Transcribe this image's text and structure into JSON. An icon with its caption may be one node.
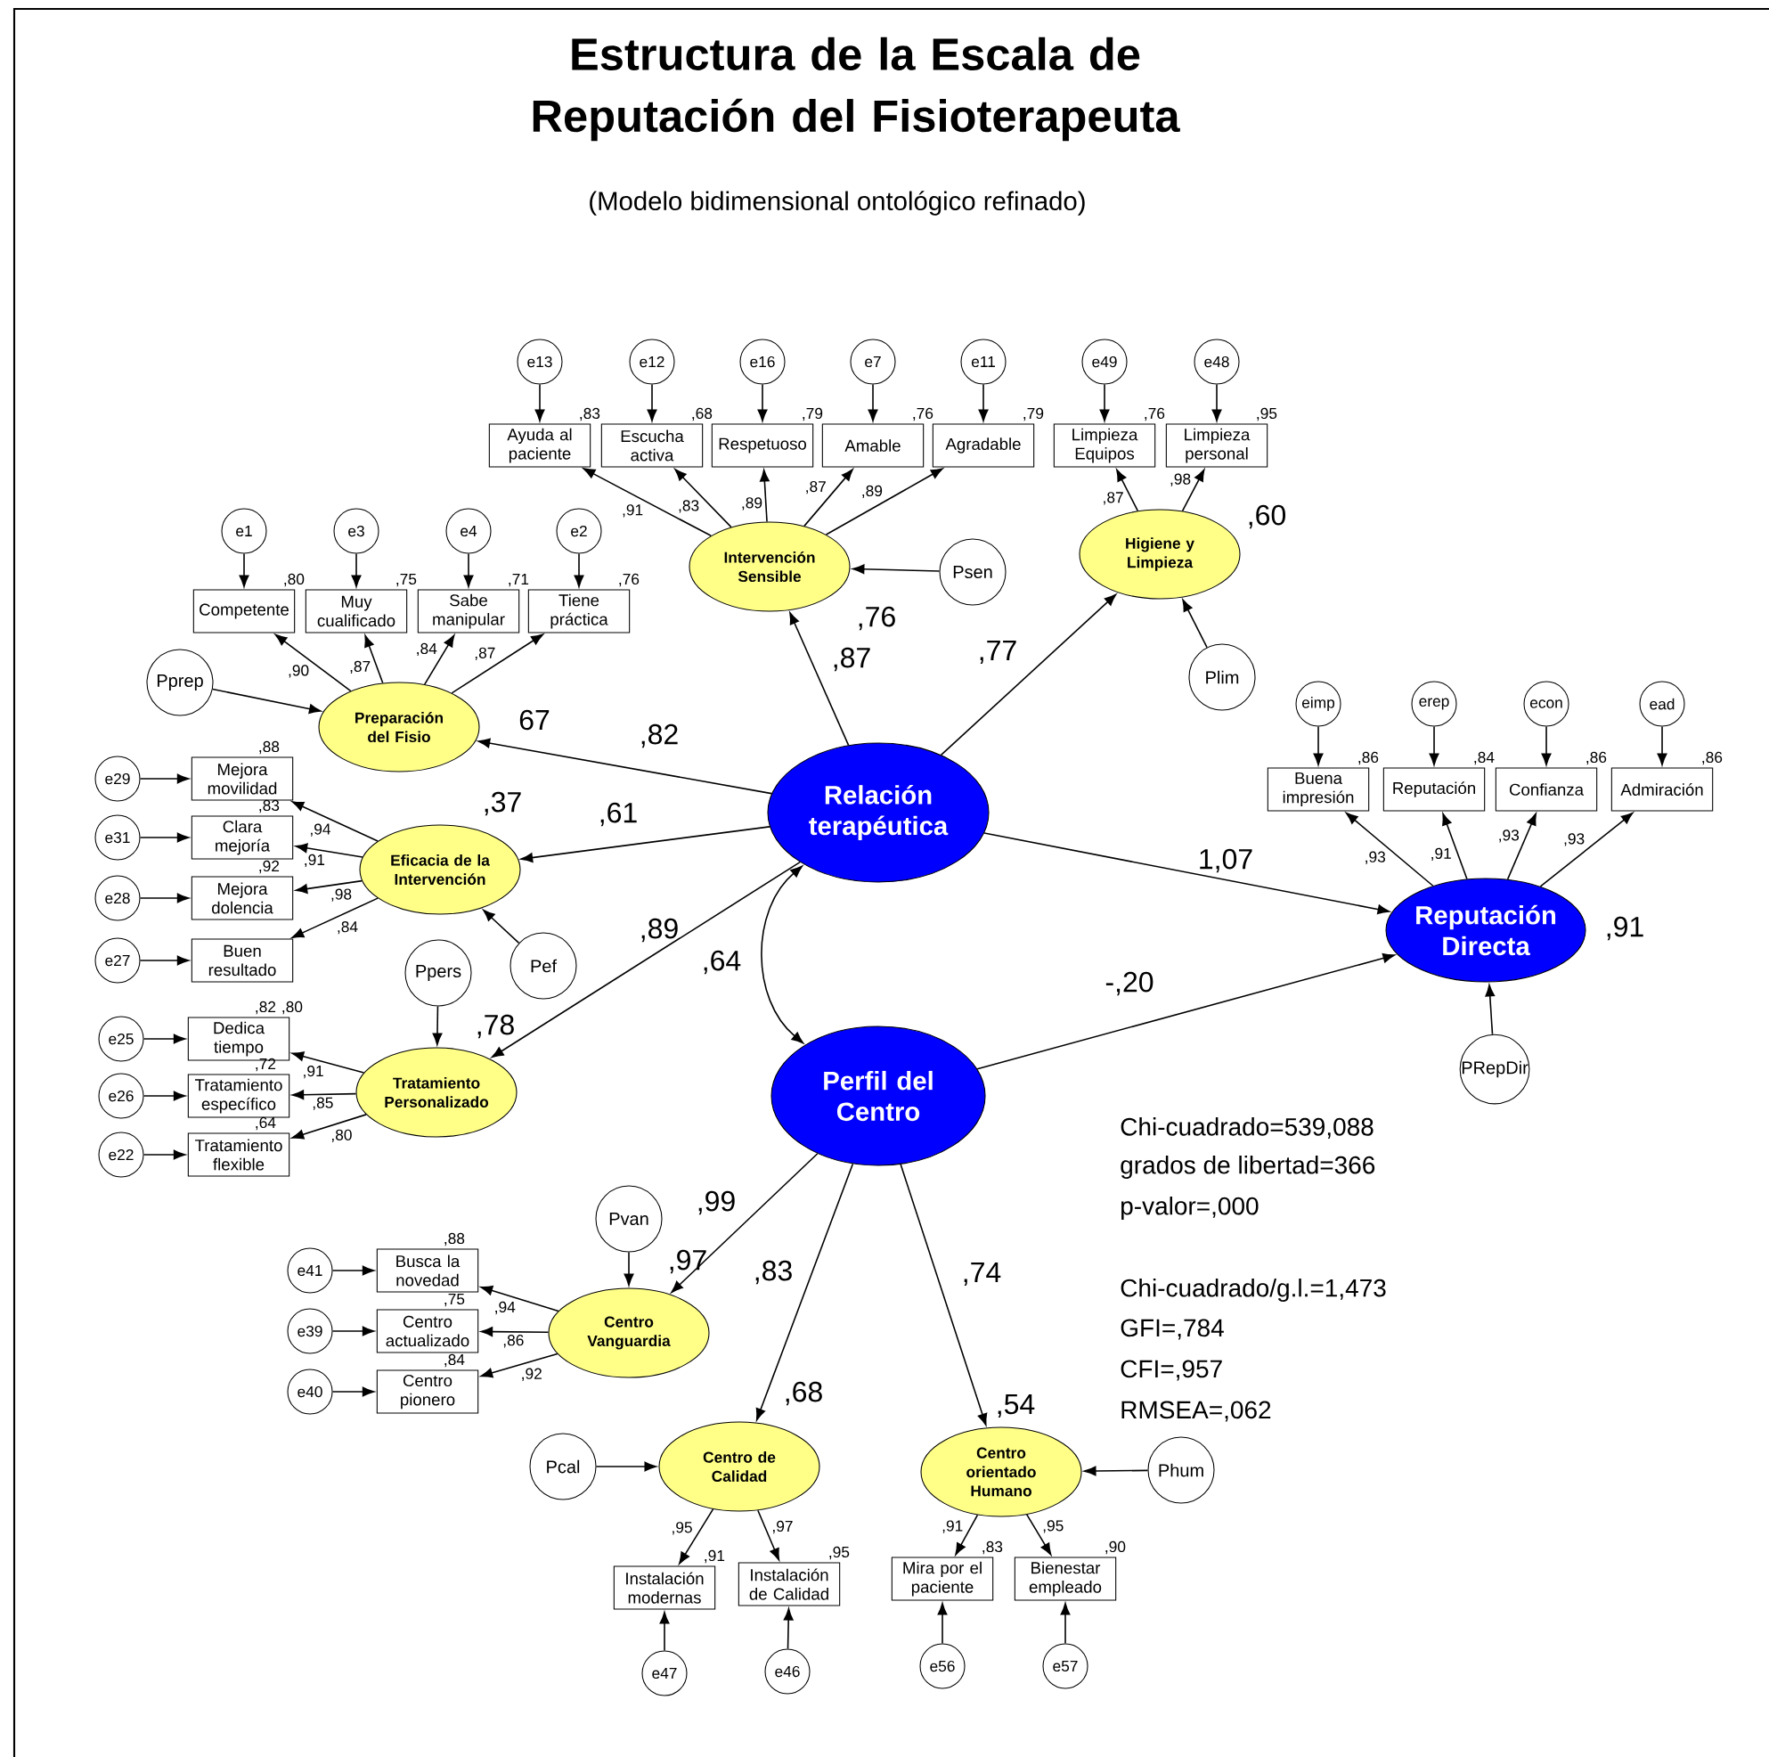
{
  "diagram": {
    "title": "Estructura de la Escala de Reputación del Fisioterapeuta",
    "nodes": [
      {
        "text": [
          "Relación terapéutica"
        ]
      },
      {
        "text": [
          "Perfil del Centro"
        ]
      },
      {
        "text": [
          "Reputación Directa"
        ],
        "beside": [
          ",91"
        ]
      },
      {
        "text": [
          "Intervención Sensible"
        ],
        "beside": [
          ",76"
        ]
      },
      {
        "text": [
          "Higiene y Limpieza"
        ],
        "beside": [
          ",60"
        ]
      },
      {
        "text": [
          "Preparación del Fisio"
        ],
        "beside": [
          "67"
        ]
      },
      {
        "text": [
          "Eficacia de la Intervención"
        ],
        "beside": [
          ",37"
        ]
      },
      {
        "text": [
          "Tratamiento Personalizado"
        ],
        "beside": [
          ",78"
        ]
      },
      {
        "text": [
          "Centro Vanguardia"
        ],
        "beside": [
          ",97"
        ]
      },
      {
        "text": [
          "Centro de Calidad"
        ],
        "beside": [
          ",68"
        ]
      },
      {
        "text": [
          "Centro orientado Humano"
        ],
        "beside": [
          ",54"
        ]
      },
      {
        "text": [
          "Ayuda al paciente"
        ],
        "beside": [
          ",83"
        ]
      },
      {
        "text": [
          "Escucha activa"
        ],
        "beside": [
          ",68"
        ]
      },
      {
        "text": [
          "Respetuoso"
        ],
        "beside": [
          ",79"
        ]
      },
      {
        "text": [
          "Amable"
        ],
        "beside": [
          ",76"
        ]
      },
      {
        "text": [
          "Agradable"
        ],
        "beside": [
          ",79"
        ]
      },
      {
        "text": [
          "Limpieza Equipos"
        ],
        "beside": [
          ",76"
        ]
      },
      {
        "text": [
          "Limpieza personal"
        ],
        "beside": [
          ",95"
        ]
      },
      {
        "text": [
          "Competente"
        ],
        "beside": [
          ",80"
        ]
      },
      {
        "text": [
          "Muy cualificado"
        ],
        "beside": [
          ",75"
        ]
      },
      {
        "text": [
          "Sabe manipular"
        ],
        "beside": [
          ",71"
        ]
      },
      {
        "text": [
          "Tiene práctica"
        ],
        "beside": [
          ",76"
        ]
      },
      {
        "text": [
          "Mejora movilidad"
        ],
        "beside": [
          ",88"
        ]
      },
      {
        "text": [
          "Clara mejoría"
        ],
        "beside": [
          ",83"
        ]
      },
      {
        "text": [
          "Mejora dolencia"
        ],
        "beside": [
          ",92"
        ]
      },
      {
        "text": [
          "Buen resultado"
        ]
      },
      {
        "text": [
          "Dedica tiempo"
        ],
        "beside": [
          ",82",
          ",80"
        ]
      },
      {
        "text": [
          "Tratamiento específico"
        ],
        "beside": [
          ",72"
        ]
      },
      {
        "text": [
          "Tratamiento flexible"
        ],
        "beside": [
          ",64"
        ]
      },
      {
        "text": [
          "Busca la novedad"
        ],
        "beside": [
          ",88"
        ]
      },
      {
        "text": [
          "Centro actualizado"
        ],
        "beside": [
          ",75"
        ]
      },
      {
        "text": [
          "Centro pionero"
        ],
        "beside": [
          ",84"
        ]
      },
      {
        "text": [
          "Instalación modernas"
        ],
        "beside": [
          ",91"
        ]
      },
      {
        "text": [
          "Instalación de Calidad"
        ],
        "beside": [
          ",95"
        ]
      },
      {
        "text": [
          "Mira por el paciente"
        ],
        "beside": [
          ",83"
        ]
      },
      {
        "text": [
          "Bienestar empleado"
        ],
        "beside": [
          ",90"
        ]
      },
      {
        "text": [
          "Buena impresión"
        ],
        "beside": [
          ",86"
        ]
      },
      {
        "text": [
          "Reputación"
        ],
        "beside": [
          ",84"
        ]
      },
      {
        "text": [
          "Confianza"
        ],
        "beside": [
          ",86"
        ]
      },
      {
        "text": [
          "Admiración"
        ],
        "beside": [
          ",86"
        ]
      },
      {
        "text": [
          "e13"
        ]
      },
      {
        "text": [
          "e12"
        ]
      },
      {
        "text": [
          "e16"
        ]
      },
      {
        "text": [
          "e7"
        ]
      },
      {
        "text": [
          "e11"
        ]
      },
      {
        "text": [
          "e49"
        ]
      },
      {
        "text": [
          "e48"
        ]
      },
      {
        "text": [
          "e1"
        ]
      },
      {
        "text": [
          "e3"
        ]
      },
      {
        "text": [
          "e4"
        ]
      },
      {
        "text": [
          "e2"
        ]
      },
      {
        "text": [
          "e29"
        ]
      },
      {
        "text": [
          "e31"
        ]
      },
      {
        "text": [
          "e28"
        ]
      },
      {
        "text": [
          "e27"
        ]
      },
      {
        "text": [
          "e25"
        ]
      },
      {
        "text": [
          "e26"
        ]
      },
      {
        "text": [
          "e22"
        ]
      },
      {
        "text": [
          "e41"
        ]
      },
      {
        "text": [
          "e39"
        ]
      },
      {
        "text": [
          "e40"
        ]
      },
      {
        "text": [
          "e47"
        ]
      },
      {
        "text": [
          "e46"
        ]
      },
      {
        "text": [
          "e56"
        ]
      },
      {
        "text": [
          "e57"
        ]
      },
      {
        "text": [
          "eimp"
        ]
      },
      {
        "text": [
          "erep"
        ]
      },
      {
        "text": [
          "econ"
        ]
      },
      {
        "text": [
          "ead"
        ]
      },
      {
        "text": [
          "Psen"
        ]
      },
      {
        "text": [
          "Plim"
        ]
      },
      {
        "text": [
          "Pprep"
        ]
      },
      {
        "text": [
          "Pef"
        ]
      },
      {
        "text": [
          "Ppers"
        ]
      },
      {
        "text": [
          "Pvan"
        ]
      },
      {
        "text": [
          "Pcal"
        ]
      },
      {
        "text": [
          "Phum"
        ]
      },
      {
        "text": [
          "PRepDir"
        ]
      }
    ],
    "edges": [
      {
        "from": 0,
        "to": 3,
        "arrow": "to",
        "label": ",87"
      },
      {
        "from": 0,
        "to": 4,
        "arrow": "to",
        "label": ",77"
      },
      {
        "from": 0,
        "to": 5,
        "arrow": "to",
        "label": ",82"
      },
      {
        "from": 0,
        "to": 6,
        "arrow": "to",
        "label": ",61"
      },
      {
        "from": 0,
        "to": 7,
        "arrow": "to",
        "label": ",89"
      },
      {
        "from": 0,
        "to": 1,
        "arrow": "both",
        "label": ",64"
      },
      {
        "from": 0,
        "to": 2,
        "arrow": "to",
        "label": "1,07"
      },
      {
        "from": 1,
        "to": 2,
        "arrow": "to",
        "label": "-,20"
      },
      {
        "from": 1,
        "to": 8,
        "arrow": "to",
        "label": ",99"
      },
      {
        "from": 1,
        "to": 9,
        "arrow": "to",
        "label": ",83"
      },
      {
        "from": 1,
        "to": 10,
        "arrow": "to",
        "label": ",74"
      },
      {
        "from": 3,
        "to": 11,
        "arrow": "to",
        "label": ",91"
      },
      {
        "from": 3,
        "to": 12,
        "arrow": "to",
        "label": ",83"
      },
      {
        "from": 3,
        "to": 13,
        "arrow": "to",
        "label": ",89"
      },
      {
        "from": 3,
        "to": 14,
        "arrow": "to",
        "label": ",87"
      },
      {
        "from": 3,
        "to": 15,
        "arrow": "to",
        "label": ",89"
      },
      {
        "from": 4,
        "to": 16,
        "arrow": "to",
        "label": ",87"
      },
      {
        "from": 4,
        "to": 17,
        "arrow": "to",
        "label": ",98"
      },
      {
        "from": 5,
        "to": 18,
        "arrow": "to",
        "label": ",90"
      },
      {
        "from": 5,
        "to": 19,
        "arrow": "to",
        "label": ",87"
      },
      {
        "from": 5,
        "to": 20,
        "arrow": "to",
        "label": ",84"
      },
      {
        "from": 5,
        "to": 21,
        "arrow": "to",
        "label": ",87"
      },
      {
        "from": 6,
        "to": 22,
        "arrow": "to",
        "label": ",94"
      },
      {
        "from": 6,
        "to": 23,
        "arrow": "to",
        "label": ",91"
      },
      {
        "from": 6,
        "to": 24,
        "arrow": "to",
        "label": ",98"
      },
      {
        "from": 6,
        "to": 25,
        "arrow": "to",
        "label": ",84"
      },
      {
        "from": 7,
        "to": 26,
        "arrow": "to",
        "label": ",91"
      },
      {
        "from": 7,
        "to": 27,
        "arrow": "to",
        "label": ",85"
      },
      {
        "from": 7,
        "to": 28,
        "arrow": "to",
        "label": ",80"
      },
      {
        "from": 8,
        "to": 29,
        "arrow": "to",
        "label": ",94"
      },
      {
        "from": 8,
        "to": 30,
        "arrow": "to",
        "label": ",86"
      },
      {
        "from": 8,
        "to": 31,
        "arrow": "to",
        "label": ",92"
      },
      {
        "from": 9,
        "to": 32,
        "arrow": "to",
        "label": ",95"
      },
      {
        "from": 9,
        "to": 33,
        "arrow": "to",
        "label": ",97"
      },
      {
        "from": 10,
        "to": 34,
        "arrow": "to",
        "label": ",91"
      },
      {
        "from": 10,
        "to": 35,
        "arrow": "to",
        "label": ",95"
      },
      {
        "from": 2,
        "to": 36,
        "arrow": "to",
        "label": ",93"
      },
      {
        "from": 2,
        "to": 37,
        "arrow": "to",
        "label": ",91"
      },
      {
        "from": 2,
        "to": 38,
        "arrow": "to",
        "label": ",93"
      },
      {
        "from": 2,
        "to": 39,
        "arrow": "to",
        "label": ",93"
      },
      {
        "from": 40,
        "to": 11,
        "arrow": "to"
      },
      {
        "from": 41,
        "to": 12,
        "arrow": "to"
      },
      {
        "from": 42,
        "to": 13,
        "arrow": "to"
      },
      {
        "from": 43,
        "to": 14,
        "arrow": "to"
      },
      {
        "from": 44,
        "to": 15,
        "arrow": "to"
      },
      {
        "from": 45,
        "to": 16,
        "arrow": "to"
      },
      {
        "from": 46,
        "to": 17,
        "arrow": "to"
      },
      {
        "from": 47,
        "to": 18,
        "arrow": "to"
      },
      {
        "from": 48,
        "to": 19,
        "arrow": "to"
      },
      {
        "from": 49,
        "to": 20,
        "arrow": "to"
      },
      {
        "from": 50,
        "to": 21,
        "arrow": "to"
      },
      {
        "from": 51,
        "to": 22,
        "arrow": "to"
      },
      {
        "from": 52,
        "to": 23,
        "arrow": "to"
      },
      {
        "from": 53,
        "to": 24,
        "arrow": "to"
      },
      {
        "from": 54,
        "to": 25,
        "arrow": "to"
      },
      {
        "from": 55,
        "to": 26,
        "arrow": "to"
      },
      {
        "from": 56,
        "to": 27,
        "arrow": "to"
      },
      {
        "from": 57,
        "to": 28,
        "arrow": "to"
      },
      {
        "from": 58,
        "to": 29,
        "arrow": "to"
      },
      {
        "from": 59,
        "to": 30,
        "arrow": "to"
      },
      {
        "from": 60,
        "to": 31,
        "arrow": "to"
      },
      {
        "from": 61,
        "to": 32,
        "arrow": "to"
      },
      {
        "from": 62,
        "to": 33,
        "arrow": "to"
      },
      {
        "from": 63,
        "to": 34,
        "arrow": "to"
      },
      {
        "from": 64,
        "to": 35,
        "arrow": "to"
      },
      {
        "from": 65,
        "to": 36,
        "arrow": "to"
      },
      {
        "from": 66,
        "to": 37,
        "arrow": "to"
      },
      {
        "from": 67,
        "to": 38,
        "arrow": "to"
      },
      {
        "from": 68,
        "to": 39,
        "arrow": "to"
      },
      {
        "from": 69,
        "to": 3,
        "arrow": "to"
      },
      {
        "from": 70,
        "to": 4,
        "arrow": "to"
      },
      {
        "from": 71,
        "to": 5,
        "arrow": "to"
      },
      {
        "from": 72,
        "to": 6,
        "arrow": "to"
      },
      {
        "from": 73,
        "to": 7,
        "arrow": "to"
      },
      {
        "from": 74,
        "to": 8,
        "arrow": "to"
      },
      {
        "from": 75,
        "to": 9,
        "arrow": "to"
      },
      {
        "from": 76,
        "to": 10,
        "arrow": "to"
      },
      {
        "from": 77,
        "to": 2,
        "arrow": "to"
      }
    ],
    "labels": [
      "(Modelo bidimensional ontológico refinado)",
      "Chi-cuadrado=539,088",
      "grados de libertad=366",
      "p-valor=,000",
      "Chi-cuadrado/g.l.=1,473",
      "GFI=,784",
      "CFI=,957",
      "RMSEA=,062"
    ]
  }
}
